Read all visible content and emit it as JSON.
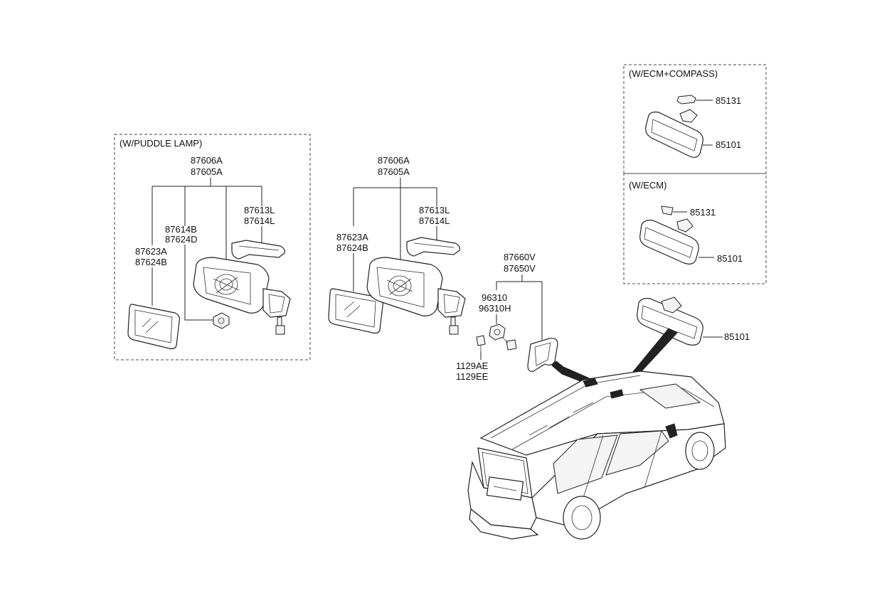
{
  "groups": {
    "puddle_lamp": "(W/PUDDLE LAMP)",
    "ecm_compass": "(W/ECM+COMPASS)",
    "ecm": "(W/ECM)"
  },
  "labels": {
    "left_assy_a": "87606A",
    "left_assy_b": "87605A",
    "left_cover_a": "87613L",
    "left_cover_b": "87614L",
    "left_lamp_a": "87614B",
    "left_lamp_b": "87624D",
    "left_glass_a": "87623A",
    "left_glass_b": "87624B",
    "mid_assy_a": "87606A",
    "mid_assy_b": "87605A",
    "mid_cover_a": "87613L",
    "mid_cover_b": "87614L",
    "mid_glass_a": "87623A",
    "mid_glass_b": "87624B",
    "garnish_a": "87660V",
    "garnish_b": "87650V",
    "speaker_a": "96310",
    "speaker_b": "96310H",
    "screw_a": "1129AE",
    "screw_b": "1129EE",
    "compass_bracket": "85131",
    "compass_mirror": "85101",
    "ecm_bracket": "85131",
    "ecm_mirror": "85101",
    "inside_mirror": "85101"
  }
}
